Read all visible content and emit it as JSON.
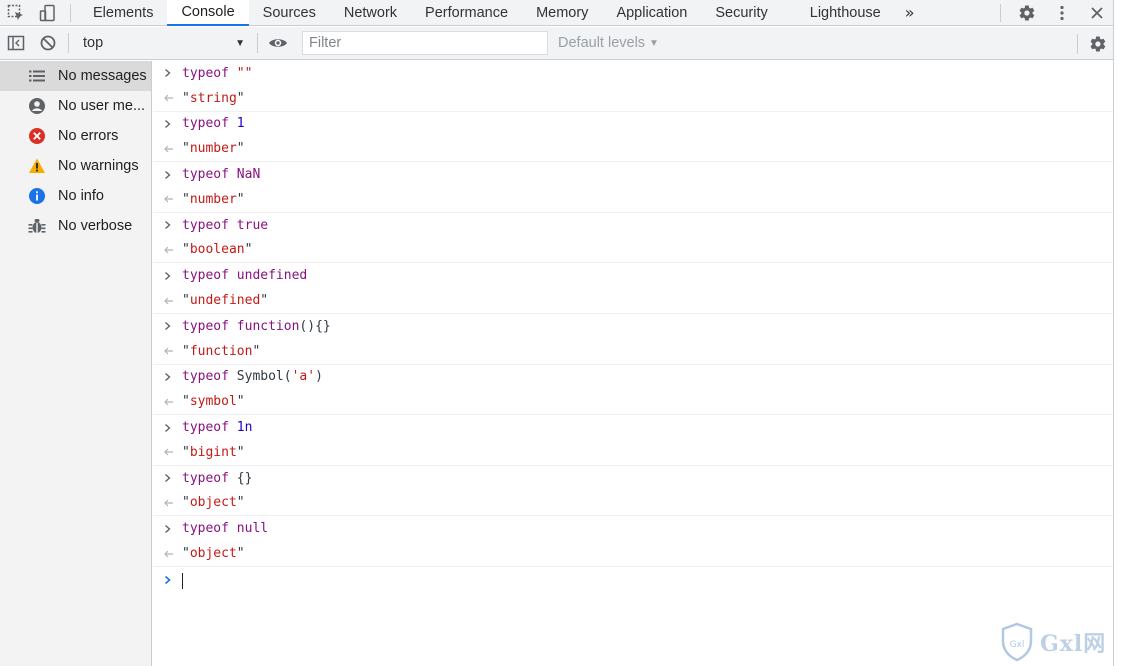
{
  "tabs": [
    {
      "label": "Elements",
      "active": false
    },
    {
      "label": "Console",
      "active": true
    },
    {
      "label": "Sources",
      "active": false
    },
    {
      "label": "Network",
      "active": false
    },
    {
      "label": "Performance",
      "active": false
    },
    {
      "label": "Memory",
      "active": false
    },
    {
      "label": "Application",
      "active": false
    },
    {
      "label": "Security",
      "active": false
    },
    {
      "label": "Lighthouse",
      "active": false
    }
  ],
  "tab_more_label": "»",
  "toolbar": {
    "context": "top",
    "filter_placeholder": "Filter",
    "levels_label": "Default levels"
  },
  "sidebar": {
    "items": [
      {
        "label": "No messages",
        "icon": "list-icon",
        "selected": true
      },
      {
        "label": "No user me...",
        "icon": "user-icon",
        "selected": false
      },
      {
        "label": "No errors",
        "icon": "error-icon",
        "selected": false
      },
      {
        "label": "No warnings",
        "icon": "warning-icon",
        "selected": false
      },
      {
        "label": "No info",
        "icon": "info-icon",
        "selected": false
      },
      {
        "label": "No verbose",
        "icon": "bug-icon",
        "selected": false
      }
    ]
  },
  "console": {
    "entries": [
      {
        "input": [
          [
            "kw",
            "typeof "
          ],
          [
            "str",
            "\"\""
          ]
        ],
        "result": "string"
      },
      {
        "input": [
          [
            "kw",
            "typeof "
          ],
          [
            "num",
            "1"
          ]
        ],
        "result": "number"
      },
      {
        "input": [
          [
            "kw",
            "typeof "
          ],
          [
            "kw",
            "NaN"
          ]
        ],
        "result": "number"
      },
      {
        "input": [
          [
            "kw",
            "typeof "
          ],
          [
            "kw",
            "true"
          ]
        ],
        "result": "boolean"
      },
      {
        "input": [
          [
            "kw",
            "typeof "
          ],
          [
            "kw",
            "undefined"
          ]
        ],
        "result": "undefined"
      },
      {
        "input": [
          [
            "kw",
            "typeof "
          ],
          [
            "kw",
            "function"
          ],
          [
            "plain",
            "(){}"
          ]
        ],
        "result": "function"
      },
      {
        "input": [
          [
            "kw",
            "typeof "
          ],
          [
            "plain",
            "Symbol("
          ],
          [
            "str",
            "'a'"
          ],
          [
            "plain",
            ")"
          ]
        ],
        "result": "symbol"
      },
      {
        "input": [
          [
            "kw",
            "typeof "
          ],
          [
            "num",
            "1n"
          ]
        ],
        "result": "bigint"
      },
      {
        "input": [
          [
            "kw",
            "typeof "
          ],
          [
            "plain",
            "{}"
          ]
        ],
        "result": "object"
      },
      {
        "input": [
          [
            "kw",
            "typeof "
          ],
          [
            "kw",
            "null"
          ]
        ],
        "result": "object"
      }
    ]
  },
  "colors": {
    "keyword": "#881280",
    "string": "#c41a16",
    "number": "#1c00cf",
    "accent": "#1a73e8",
    "error": "#d93025",
    "warning": "#f9ab00",
    "info": "#1a73e8"
  },
  "watermark_text": "Gxl网"
}
